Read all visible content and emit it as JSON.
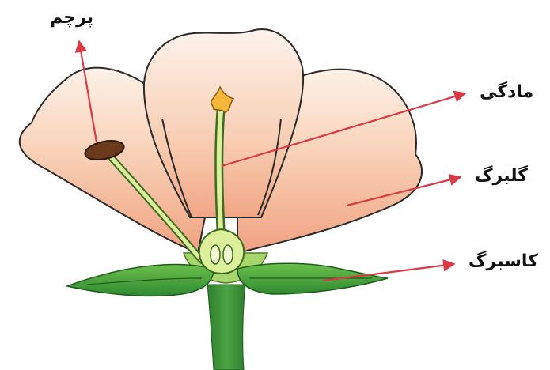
{
  "labels": {
    "stamen": "پرچم",
    "pistil": "مادگی",
    "petal": "گلبرگ",
    "sepal": "کاسبرگ"
  },
  "colors": {
    "petal_light": "#fdeee3",
    "petal_mid": "#f7c3a2",
    "petal_deep": "#ef9a78",
    "outline": "#2a2a2a",
    "sepal": "#3f9f3c",
    "sepal_dark": "#2c7a2a",
    "stem": "#3c8f3a",
    "pistil": "#d5e88a",
    "anther": "#6b3a1c",
    "arrow": "#d93a44",
    "label_text": "#111111"
  }
}
